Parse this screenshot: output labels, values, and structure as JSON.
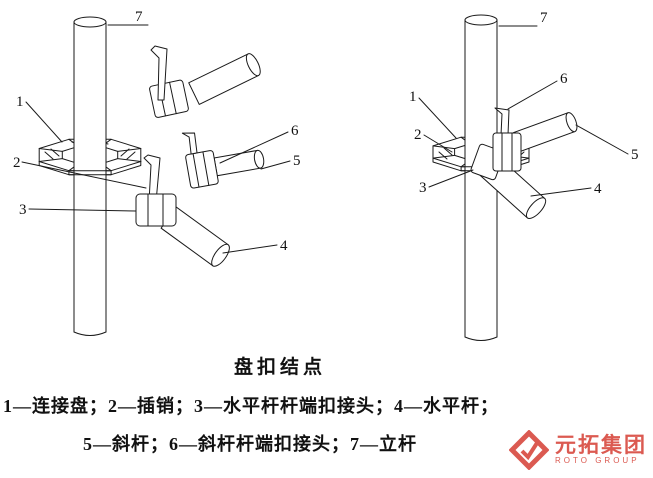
{
  "figure": {
    "caption": "盘扣结点",
    "legend_line1": "1—连接盘；2—插销；3—水平杆杆端扣接头；4—水平杆；",
    "legend_line2": "5—斜杆；6—斜杆杆端扣接头；7—立杆"
  },
  "callouts": {
    "n1": "1",
    "n2": "2",
    "n3": "3",
    "n4": "4",
    "n5": "5",
    "n6": "6",
    "n7": "7"
  },
  "logo": {
    "name": "元拓集团",
    "subtitle": "ROTO GROUP"
  },
  "colors": {
    "line": "#1a1a1a",
    "logo_red": "#d4372c",
    "background": "#ffffff"
  }
}
